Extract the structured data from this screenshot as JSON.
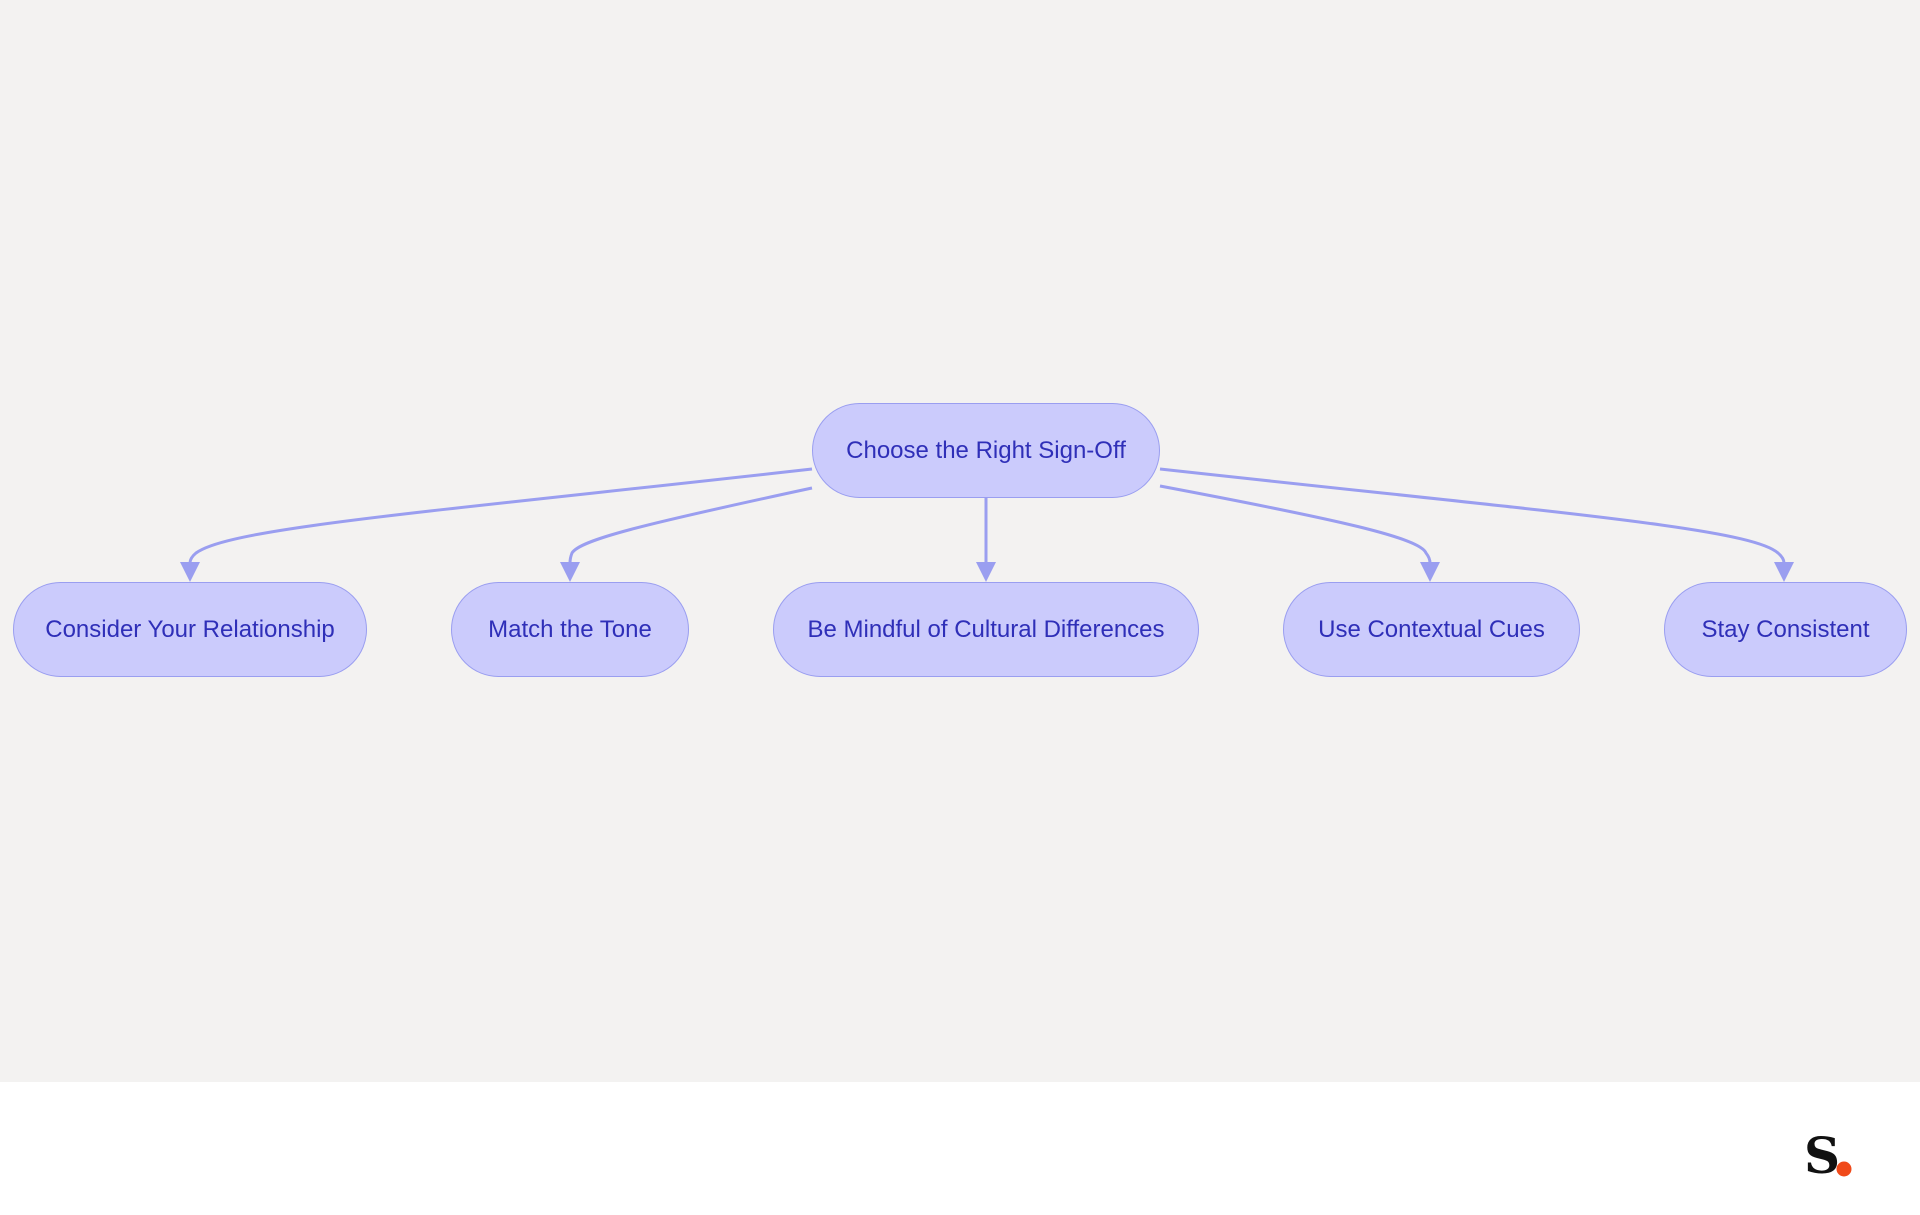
{
  "diagram": {
    "root": {
      "label": "Choose the Right Sign-Off"
    },
    "children": [
      {
        "label": "Consider Your Relationship"
      },
      {
        "label": "Match the Tone"
      },
      {
        "label": "Be Mindful of Cultural Differences"
      },
      {
        "label": "Use Contextual Cues"
      },
      {
        "label": "Stay Consistent"
      }
    ],
    "colors": {
      "canvas_background": "#f3f2f1",
      "node_fill": "#cbcbfc",
      "node_border": "#9a9ef0",
      "node_text": "#2f2fb8",
      "edge": "#9a9ef0"
    }
  },
  "footer": {
    "logo": {
      "letter": "S",
      "dot_color": "#f04a1a"
    }
  }
}
